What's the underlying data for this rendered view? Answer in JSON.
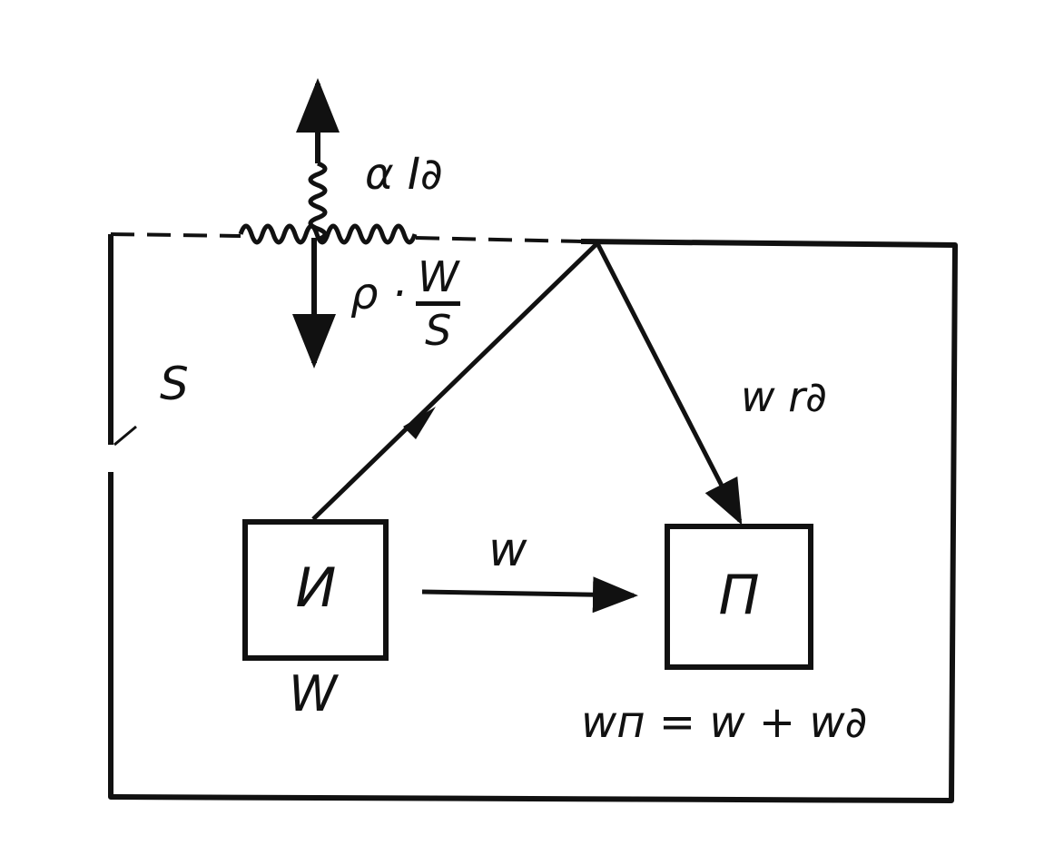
{
  "labels": {
    "absorbed": "α I∂",
    "reflect_coef": "ρ ·",
    "frac_num": "W",
    "frac_den": "S",
    "area": "S",
    "diffuse_flux": "w r∂",
    "direct_flux": "w",
    "source_box": "И",
    "source_power": "W",
    "receiver_box": "П",
    "receiver_eq": "wп = w + w∂"
  },
  "colors": {
    "ink": "#111111",
    "paper": "#ffffff"
  }
}
